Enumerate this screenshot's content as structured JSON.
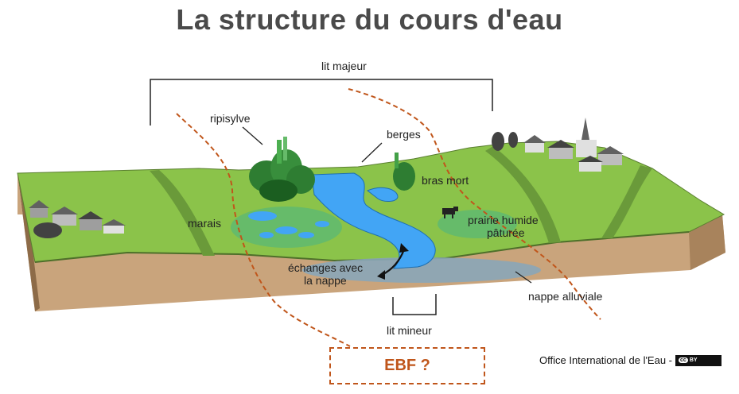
{
  "title": "La structure du cours d'eau",
  "labels": {
    "lit_majeur": "lit majeur",
    "ripisylve": "ripisylve",
    "berges": "berges",
    "bras_mort": "bras mort",
    "marais": "marais",
    "prairie_line1": "prairie humide",
    "prairie_line2": "pâturée",
    "echanges_line1": "échanges avec",
    "echanges_line2": "la nappe",
    "nappe_alluviale": "nappe alluviale",
    "lit_mineur": "lit mineur"
  },
  "ebf_label": "EBF ?",
  "credit": {
    "text": "Office International de l'Eau -",
    "license_cc": "cc",
    "license_by": "BY"
  },
  "colors": {
    "grass": "#8bc34a",
    "grass_light": "#9ccc65",
    "soil": "#c7a27a",
    "river": "#42a5f5",
    "wetland": "#66bb6a",
    "aquifer": "#8aa6b8",
    "ebf_dashed": "#c0561b"
  }
}
